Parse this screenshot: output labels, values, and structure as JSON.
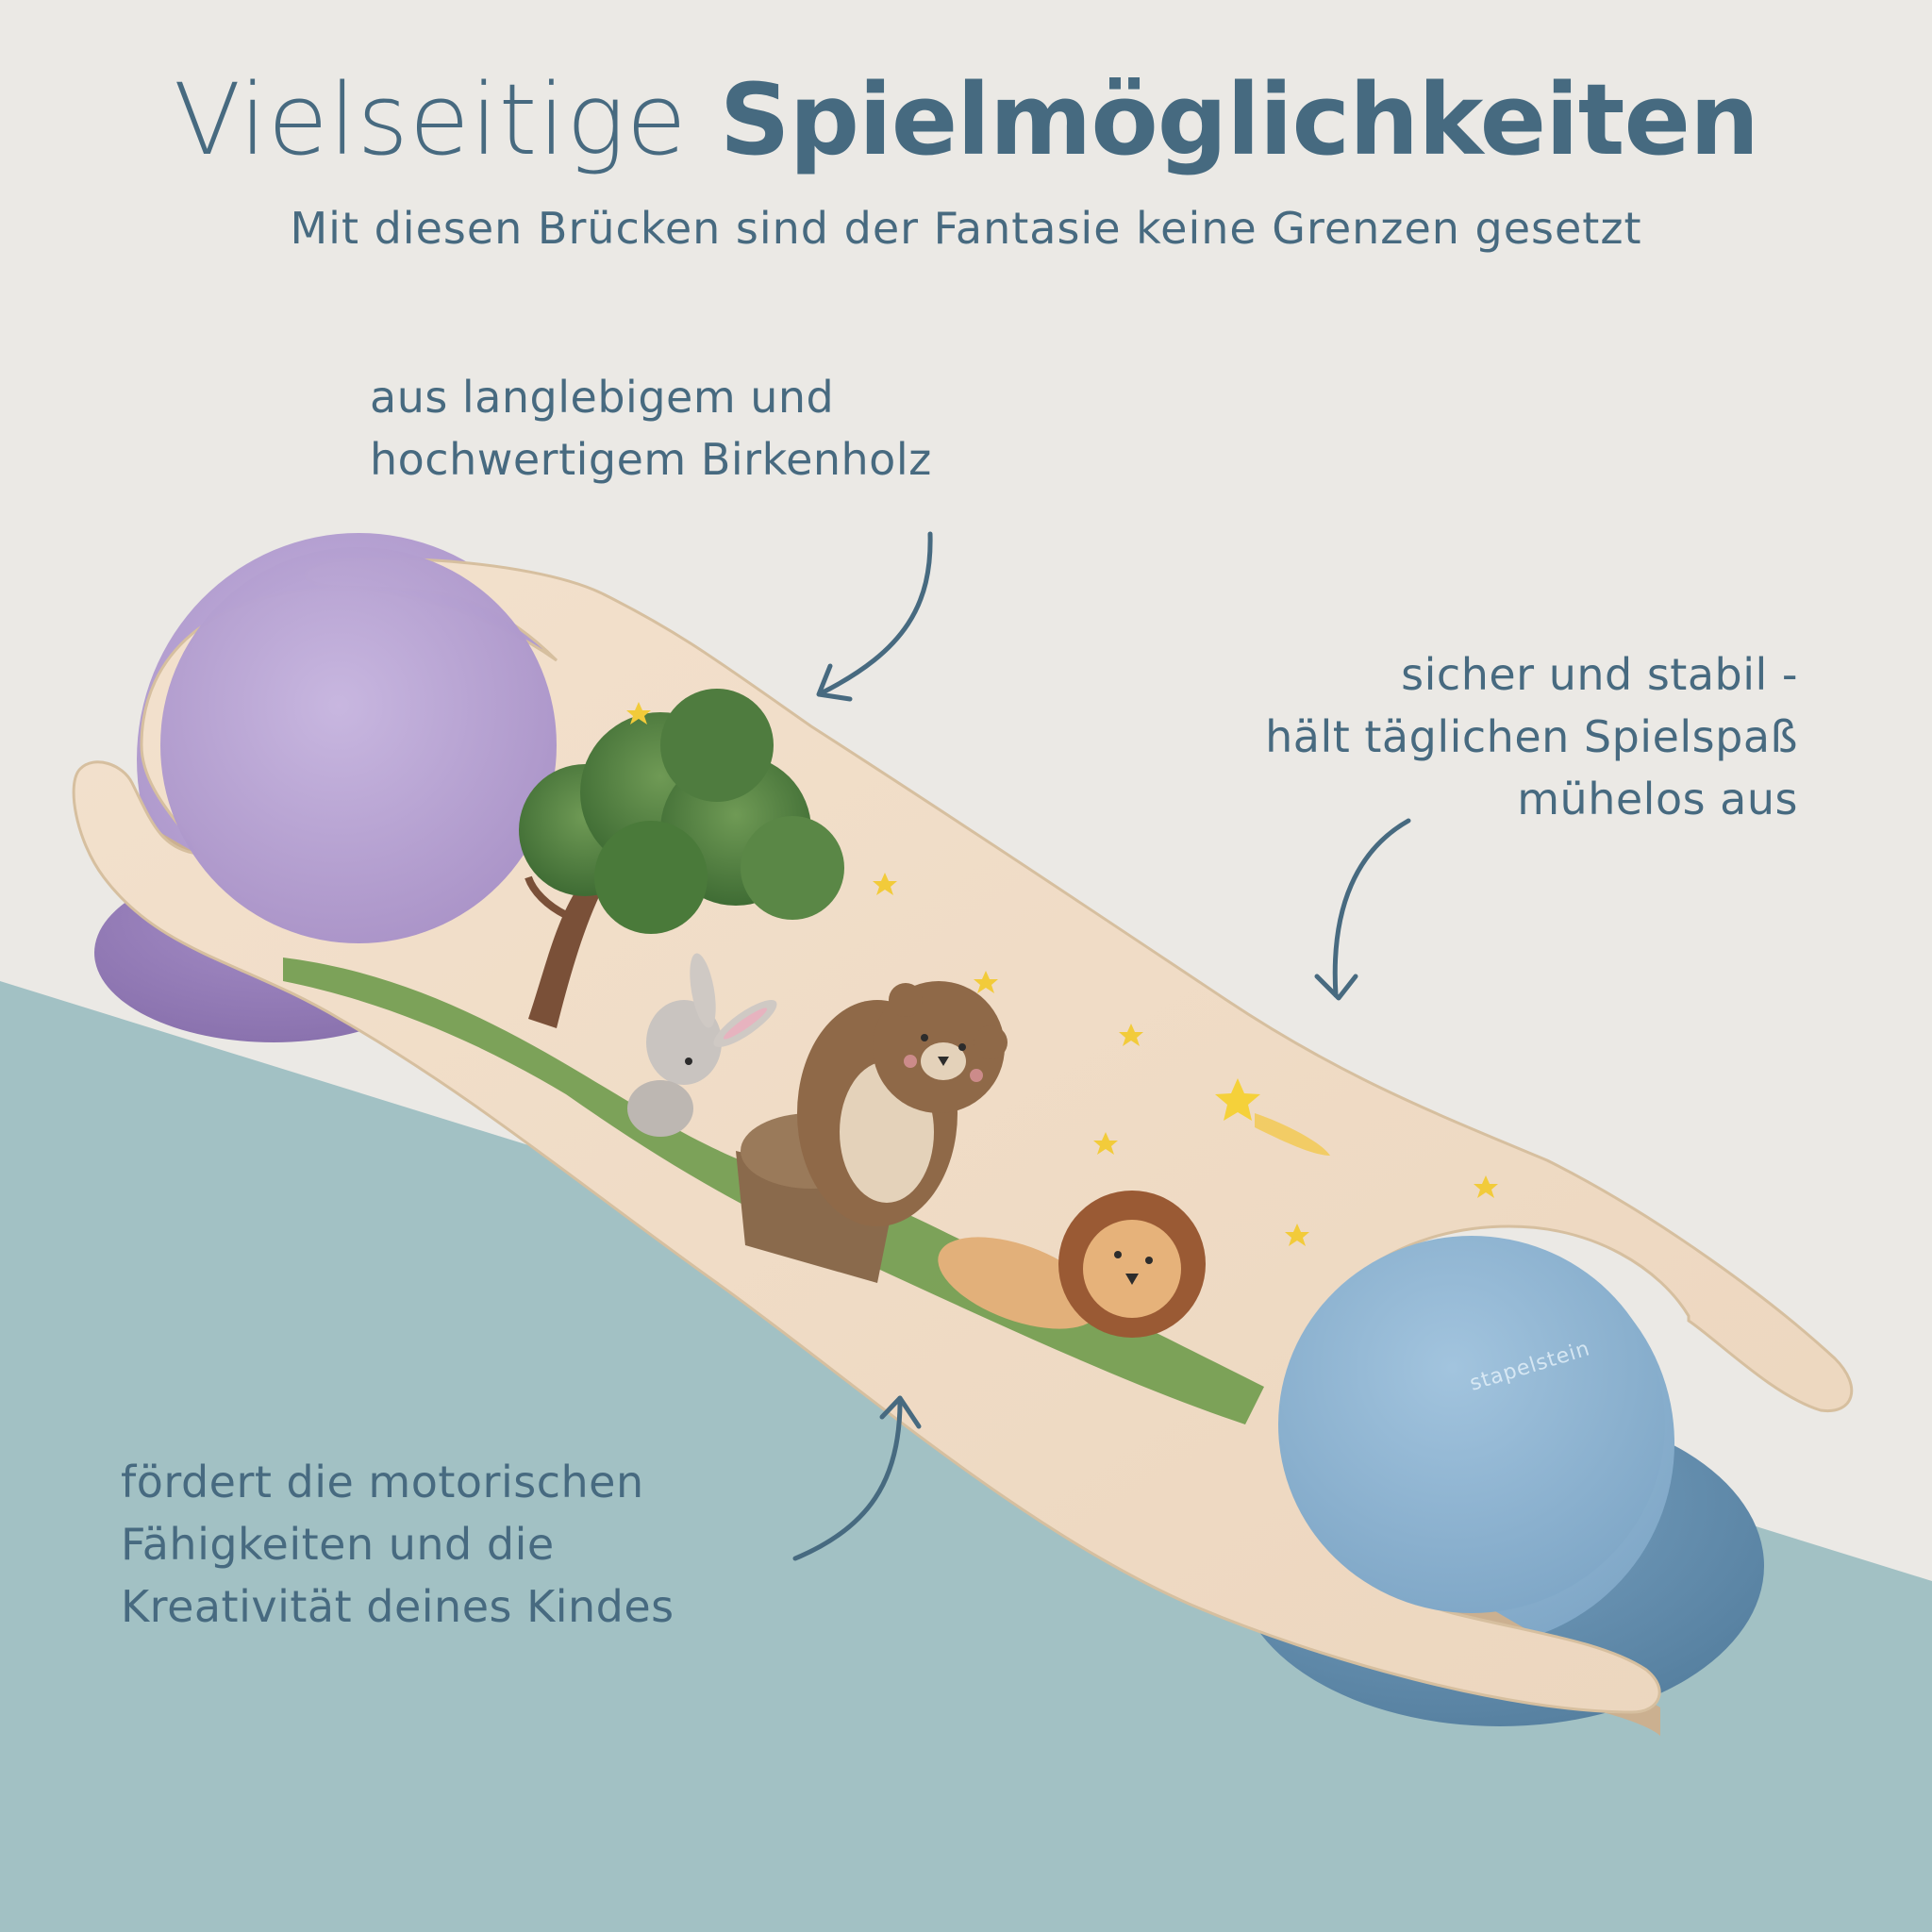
{
  "header": {
    "title_light": "Vielseitige",
    "title_bold": "Spielmöglichkeiten",
    "subtitle": "Mit diesen Brücken sind der Fantasie keine Grenzen gesetzt"
  },
  "callouts": {
    "wood": {
      "lines": [
        "aus langlebigem und",
        "hochwertigem Birkenholz"
      ]
    },
    "safe": {
      "lines": [
        "sicher und stabil -",
        "hält täglichen Spielspaß",
        "mühelos aus"
      ]
    },
    "motor": {
      "lines": [
        "fördert die motorischen",
        "Fähigkeiten und die",
        "Kreativität deines Kindes"
      ]
    }
  },
  "product": {
    "brand_mark": "stapelstein",
    "illustration": [
      "tree",
      "rabbit",
      "bear-on-stump",
      "lion",
      "stars",
      "shooting-star",
      "grass"
    ],
    "stones": [
      {
        "position": "left",
        "color": "#b9a6d6"
      },
      {
        "position": "right",
        "color": "#8fb4cf"
      }
    ]
  },
  "colors": {
    "background_top": "#ebe9e5",
    "background_bottom": "#a2c1c4",
    "text": "#476a80",
    "wood": "#f0dcc6",
    "wood_edge": "#c8ae8f"
  }
}
